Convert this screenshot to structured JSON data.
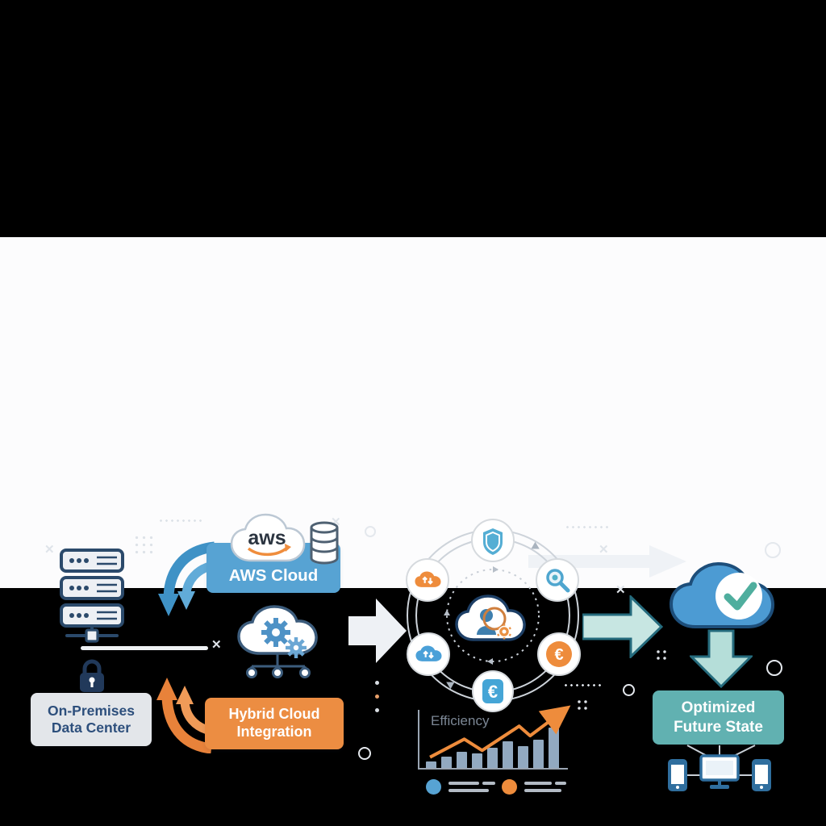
{
  "scene": {
    "description": "Hybrid cloud migration concept diagram on white band with black letterbox bars",
    "background": "#000000",
    "band_background": "#fcfcfd"
  },
  "palette": {
    "blue": "#57a3d3",
    "blue_arrow_dark": "#3f92c6",
    "blue_arrow_light": "#61abd8",
    "orange": "#ec8d42",
    "orange_arrow_dark": "#e8823a",
    "orange_arrow_light": "#f09b58",
    "navy": "#21395a",
    "navy_text": "#2d4f7c",
    "gray_box": "#e3e6ea",
    "teal_box": "#61b1b1",
    "teal_arrow_fill": "#c7e6e2",
    "teal_arrow_outline": "#256b7d",
    "ring_gray": "#cdd3da",
    "bar_blue": "#92a9c0",
    "trend_orange": "#ee8c3c"
  },
  "left_group": {
    "icons": [
      "server-rack-icon",
      "lock-icon"
    ],
    "label_lines": [
      "On-Premises",
      "Data Center"
    ]
  },
  "flows": {
    "to_cloud": "blue-curved-arrows-down",
    "to_onprem": "orange-curved-arrows-up"
  },
  "aws_group": {
    "logo_text": "aws",
    "label": "AWS Cloud",
    "icons": [
      "aws-cloud-icon",
      "database-cylinder-icon"
    ]
  },
  "hybrid_group": {
    "icon": "cloud-gears-network-icon",
    "label_lines": [
      "Hybrid Cloud",
      "Integration"
    ]
  },
  "cycle": {
    "center_icon": "cloud-user-gear-icon",
    "orbit_icons": [
      "shield-icon",
      "search-icon",
      "euro-coin-icon",
      "euro-badge-icon",
      "cloud-sync-blue-icon",
      "cloud-sync-orange-icon"
    ],
    "euro_symbol": "€"
  },
  "chart_data": {
    "type": "bar",
    "title": "Efficiency",
    "values": [
      12,
      20,
      30,
      26,
      37,
      49,
      40,
      51,
      74
    ],
    "ylim": [
      0,
      100
    ],
    "bar_color": "#92a9c0",
    "trend": [
      [
        3,
        81
      ],
      [
        28,
        49
      ],
      [
        41,
        69
      ],
      [
        68,
        26
      ],
      [
        76,
        43
      ],
      [
        98,
        3
      ]
    ],
    "trend_color": "#ee8c3c",
    "legend_markers": [
      {
        "name": "blue-series",
        "color": "#57a3d3"
      },
      {
        "name": "orange-series",
        "color": "#ee8c3c"
      }
    ],
    "axes": "plain gray left and bottom axis, no tick labels"
  },
  "right_group": {
    "cloud_icon": "cloud-check-icon",
    "label_lines": [
      "Optimized",
      "Future State"
    ],
    "device_icons": [
      "smartphone-icon",
      "monitor-icon",
      "smartphone-icon"
    ]
  }
}
